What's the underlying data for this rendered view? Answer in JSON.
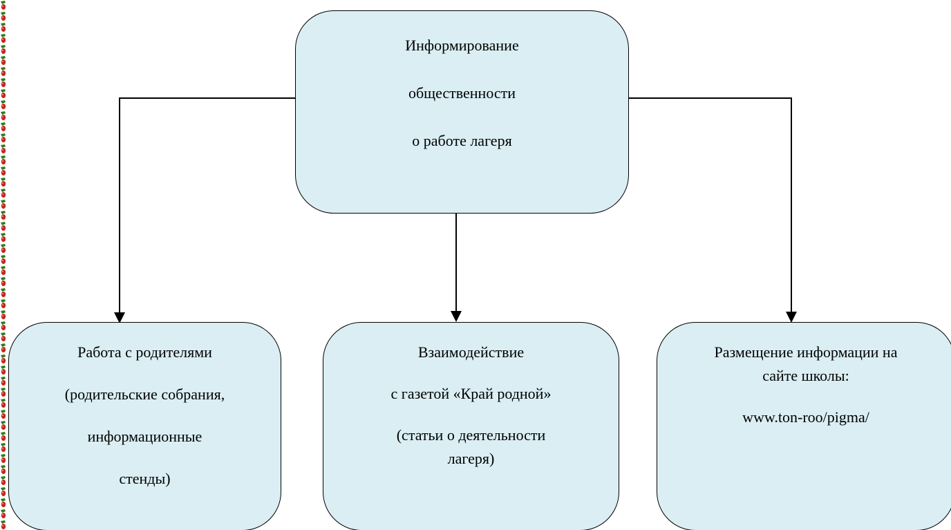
{
  "top_box": {
    "lines": [
      "Информирование",
      "общественности",
      "о работе лагеря"
    ]
  },
  "bottom_boxes": [
    {
      "lines": [
        "Работа с родителями",
        "(родительские собрания,",
        "информационные",
        "стенды)"
      ]
    },
    {
      "lines": [
        "Взаимодействие",
        "с газетой «Край родной»",
        "(статьи о деятельности",
        "лагеря)"
      ]
    },
    {
      "lines": [
        "Размещение информации на",
        "сайте школы:",
        "www.ton-roo/pigma/"
      ]
    }
  ],
  "colors": {
    "box_fill": "#daeef3",
    "stroke": "#000000",
    "border_red": "#c0281e",
    "border_green": "#2f7a22"
  }
}
